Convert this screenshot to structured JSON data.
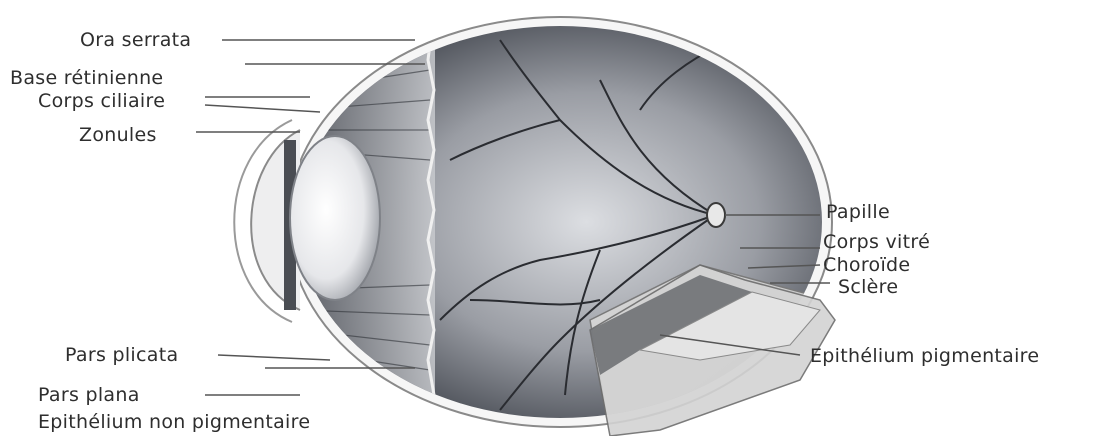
{
  "labels": {
    "ora_serrata": "Ora serrata",
    "base_retinienne": "Base rétinienne",
    "corps_ciliaire": "Corps  ciliaire",
    "zonules": "Zonules",
    "pars_plicata": "Pars plicata",
    "pars_plana": "Pars plana",
    "epithelium_non_pigmentaire": "Epithélium non pigmentaire",
    "papille": "Papille",
    "corps_vitre": "Corps vitré",
    "choroide": "Choroïde",
    "sclere": "Sclère",
    "epithelium_pigmentaire": "Epithélium pigmentaire"
  },
  "colors": {
    "globe_dark": "#3c4048",
    "globe_light": "#d9dbdf",
    "sclera": "#f2f2f2",
    "leader_line": "#555555",
    "label_text": "#2e2e2e"
  }
}
